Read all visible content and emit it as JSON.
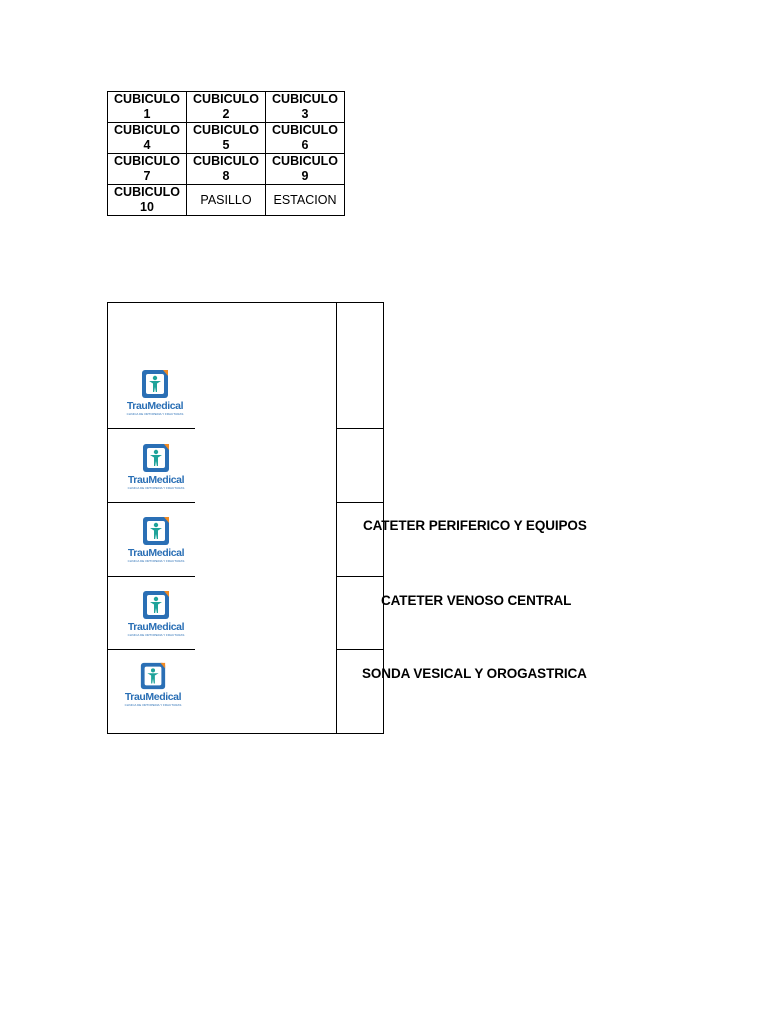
{
  "cubicles": {
    "rows": [
      [
        {
          "name": "CUBICULO",
          "num": "1"
        },
        {
          "name": "CUBICULO",
          "num": "2"
        },
        {
          "name": "CUBICULO",
          "num": "3"
        }
      ],
      [
        {
          "name": "CUBICULO",
          "num": "4"
        },
        {
          "name": "CUBICULO",
          "num": "5"
        },
        {
          "name": "CUBICULO",
          "num": "6"
        }
      ],
      [
        {
          "name": "CUBICULO",
          "num": "7"
        },
        {
          "name": "CUBICULO",
          "num": "8"
        },
        {
          "name": "CUBICULO",
          "num": "9"
        }
      ],
      [
        {
          "name": "CUBICULO",
          "num": "10"
        },
        {
          "name": "PASILLO",
          "num": ""
        },
        {
          "name": "ESTACION",
          "num": ""
        }
      ]
    ]
  },
  "logo": {
    "word": "TrauMedical",
    "tagline": "CLINICA DE ORTOPEDIA Y FRACTURAS",
    "colors": {
      "blue": "#2a6fb5",
      "orange": "#f08a24",
      "teal": "#1fa39a"
    }
  },
  "sections": [
    {
      "label": ""
    },
    {
      "label": ""
    },
    {
      "label": "CATETER PERIFERICO Y EQUIPOS"
    },
    {
      "label": "CATETER VENOSO CENTRAL"
    },
    {
      "label": "SONDA VESICAL Y OROGASTRICA"
    }
  ]
}
